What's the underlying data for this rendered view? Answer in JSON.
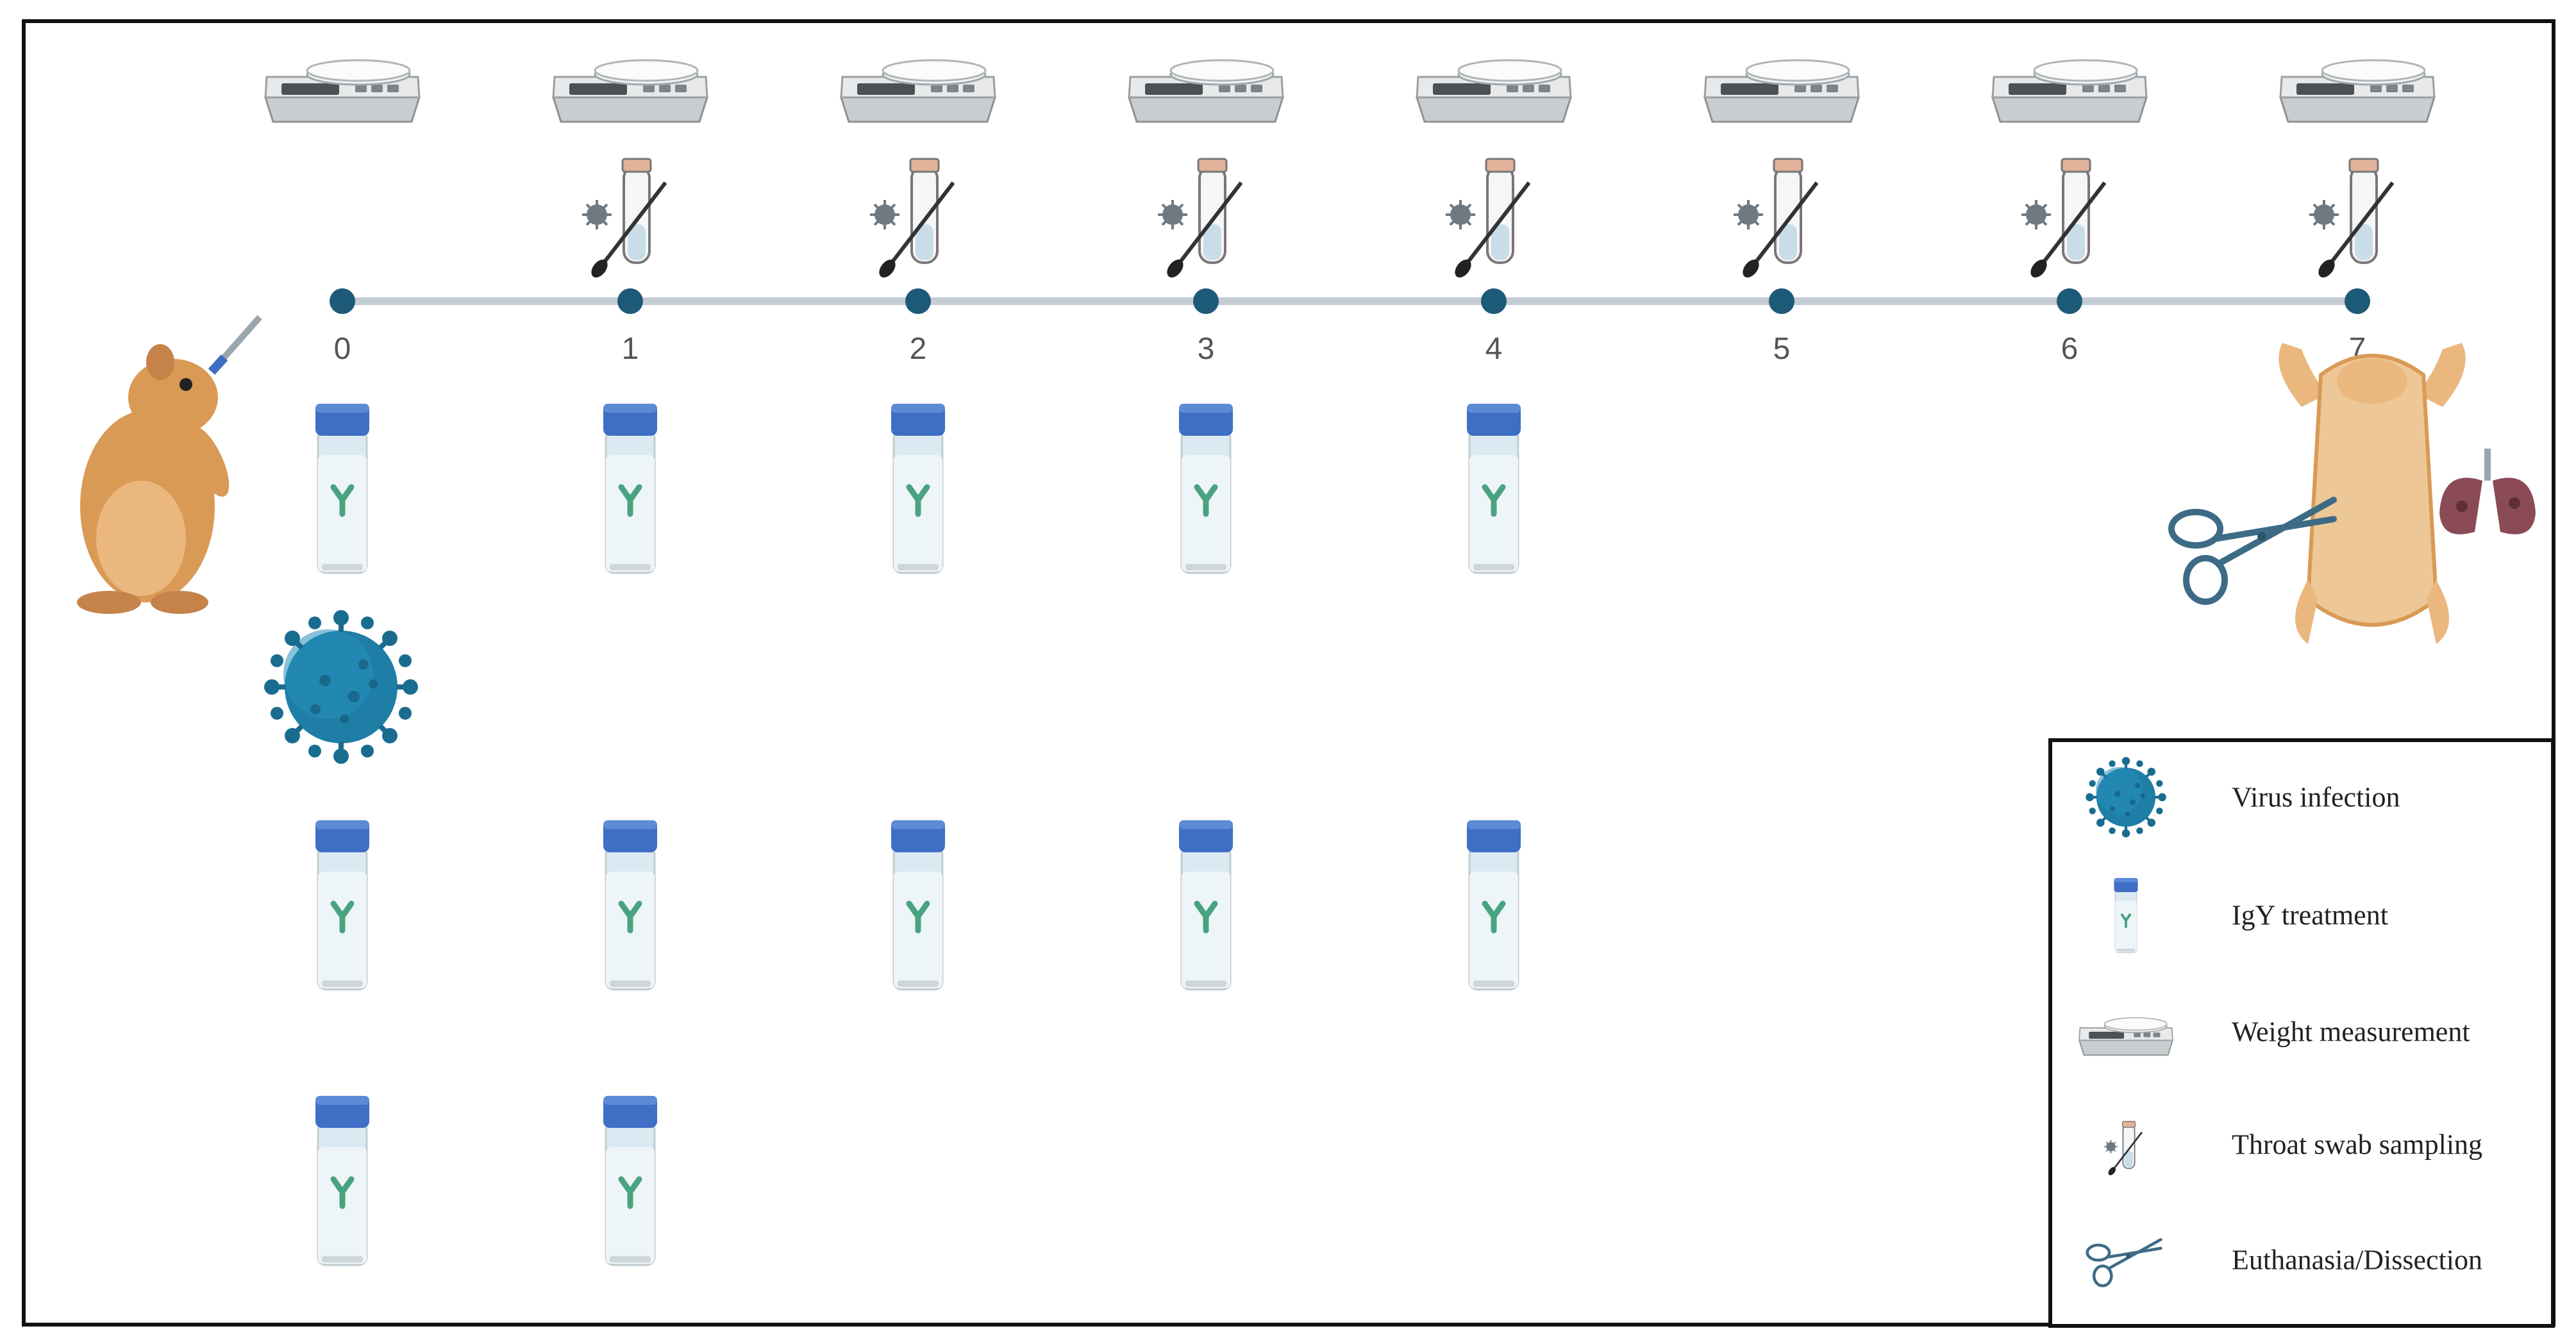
{
  "timeline": {
    "days": [
      "0",
      "1",
      "2",
      "3",
      "4",
      "5",
      "6",
      "7"
    ],
    "line_color": "#c4cdd3",
    "dot_color": "#1d5a77"
  },
  "weight_measurement_days": [
    "0",
    "1",
    "2",
    "3",
    "4",
    "5",
    "6",
    "7"
  ],
  "swab_sampling_days": [
    "1",
    "2",
    "3",
    "4",
    "5",
    "6",
    "7"
  ],
  "igy_treatment_groups": [
    {
      "days": [
        "0",
        "1",
        "2",
        "3",
        "4"
      ]
    },
    {
      "days": [
        "0",
        "1",
        "2",
        "3",
        "4"
      ]
    },
    {
      "days": [
        "0",
        "1"
      ]
    }
  ],
  "virus_infection_day": "0",
  "euthanasia_day": "7",
  "colors": {
    "tube_cap": "#3f6fc4",
    "tube_body": "#dbeaf2",
    "antibody": "#4aa37f",
    "virus": "#1e7ea6",
    "hamster": "#d99a55",
    "scissors": "#3d6b86"
  },
  "icons": {
    "hamster": "hamster-nasal-inoculation-icon",
    "scale": "scale-icon",
    "swab": "throat-swab-icon",
    "tube": "igy-tube-icon",
    "virus": "virus-icon",
    "scissors": "scissors-icon",
    "lungs": "lungs-icon",
    "dissected_hamster": "dissected-hamster-icon"
  },
  "legend": {
    "items": [
      {
        "icon": "virus-icon",
        "label": "Virus infection"
      },
      {
        "icon": "igy-tube-icon",
        "label": "IgY treatment"
      },
      {
        "icon": "scale-icon",
        "label": "Weight measurement"
      },
      {
        "icon": "throat-swab-icon",
        "label": "Throat swab sampling"
      },
      {
        "icon": "scissors-icon",
        "label": "Euthanasia/Dissection"
      }
    ]
  }
}
